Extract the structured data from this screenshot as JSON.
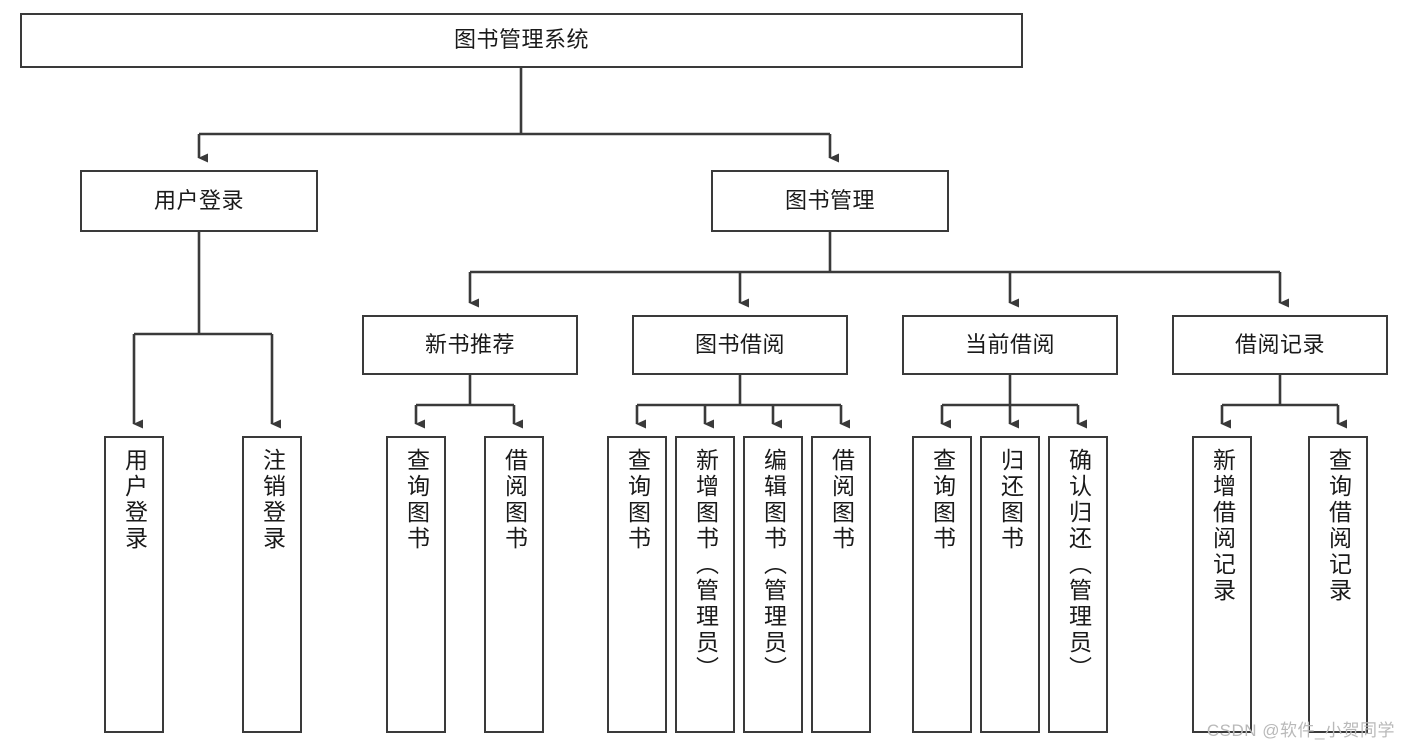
{
  "diagram": {
    "title": "图书管理系统",
    "watermark": "CSDN @软件_小贺同学",
    "stroke_color": "#3a3a3a",
    "text_color": "#1a1a1a",
    "background_color": "#ffffff",
    "root": {
      "label": "图书管理系统"
    },
    "level2": [
      {
        "label": "用户登录"
      },
      {
        "label": "图书管理"
      }
    ],
    "level3": [
      {
        "label": "新书推荐"
      },
      {
        "label": "图书借阅"
      },
      {
        "label": "当前借阅"
      },
      {
        "label": "借阅记录"
      }
    ],
    "leaves": {
      "user_login": [
        {
          "label": "用户登录"
        },
        {
          "label": "注销登录"
        }
      ],
      "new_book": [
        {
          "label": "查询图书"
        },
        {
          "label": "借阅图书"
        }
      ],
      "book_borrow": [
        {
          "label": "查询图书"
        },
        {
          "label": "新增图书（管理员）"
        },
        {
          "label": "编辑图书（管理员）"
        },
        {
          "label": "借阅图书"
        }
      ],
      "current_borrow": [
        {
          "label": "查询图书"
        },
        {
          "label": "归还图书"
        },
        {
          "label": "确认归还（管理员）"
        }
      ],
      "borrow_record": [
        {
          "label": "新增借阅记录"
        },
        {
          "label": "查询借阅记录"
        }
      ]
    }
  }
}
